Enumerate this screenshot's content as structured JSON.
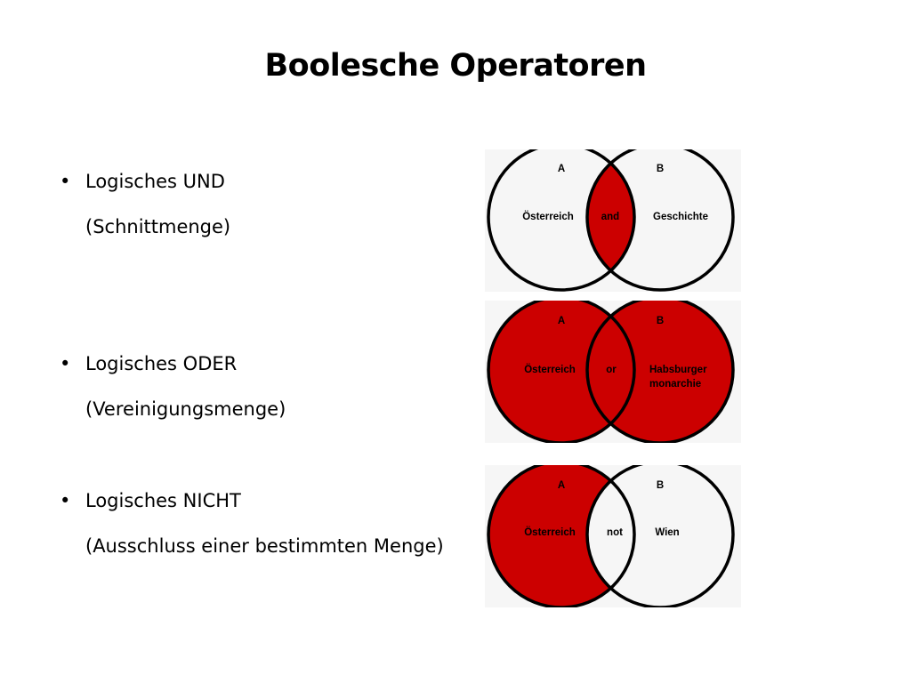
{
  "title": "Boolesche Operatoren",
  "colors": {
    "fill": "#cc0000",
    "empty": "#f6f6f6",
    "stroke": "#000000"
  },
  "bullets": [
    {
      "label": "Logisches UND",
      "sub": "(Schnittmenge)",
      "diagram": {
        "set_a": "A",
        "set_b": "B",
        "term_a": "Österreich",
        "operator": "and",
        "term_b_lines": [
          "Geschichte"
        ]
      }
    },
    {
      "label": "Logisches ODER",
      "sub": "(Vereinigungsmenge)",
      "diagram": {
        "set_a": "A",
        "set_b": "B",
        "term_a": "Österreich",
        "operator": "or",
        "term_b_lines": [
          "Habsburger",
          "monarchie"
        ]
      }
    },
    {
      "label": "Logisches NICHT",
      "sub": "(Ausschluss einer bestimmten Menge)",
      "diagram": {
        "set_a": "A",
        "set_b": "B",
        "term_a": "Österreich",
        "operator": "not",
        "term_b_lines": [
          "Wien"
        ]
      }
    }
  ]
}
